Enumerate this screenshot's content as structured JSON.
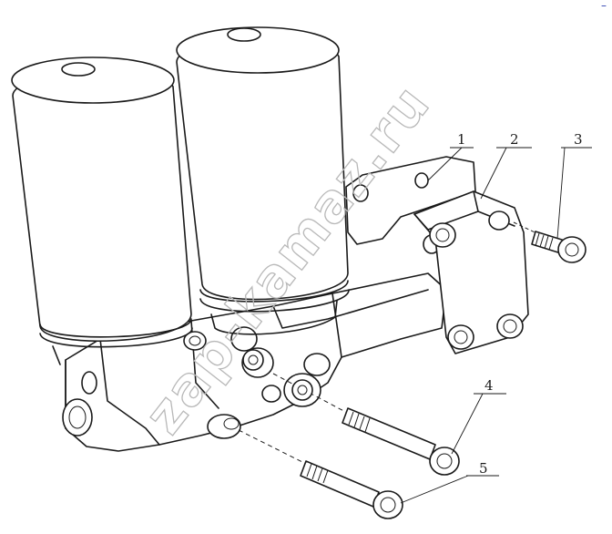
{
  "diagram": {
    "callouts": [
      {
        "id": "c1",
        "label": "1"
      },
      {
        "id": "c2",
        "label": "2"
      },
      {
        "id": "c3",
        "label": "3"
      },
      {
        "id": "c4",
        "label": "4"
      },
      {
        "id": "c5",
        "label": "5"
      }
    ],
    "watermark": "zap-kamaz.ru",
    "corner_mark": "–"
  }
}
